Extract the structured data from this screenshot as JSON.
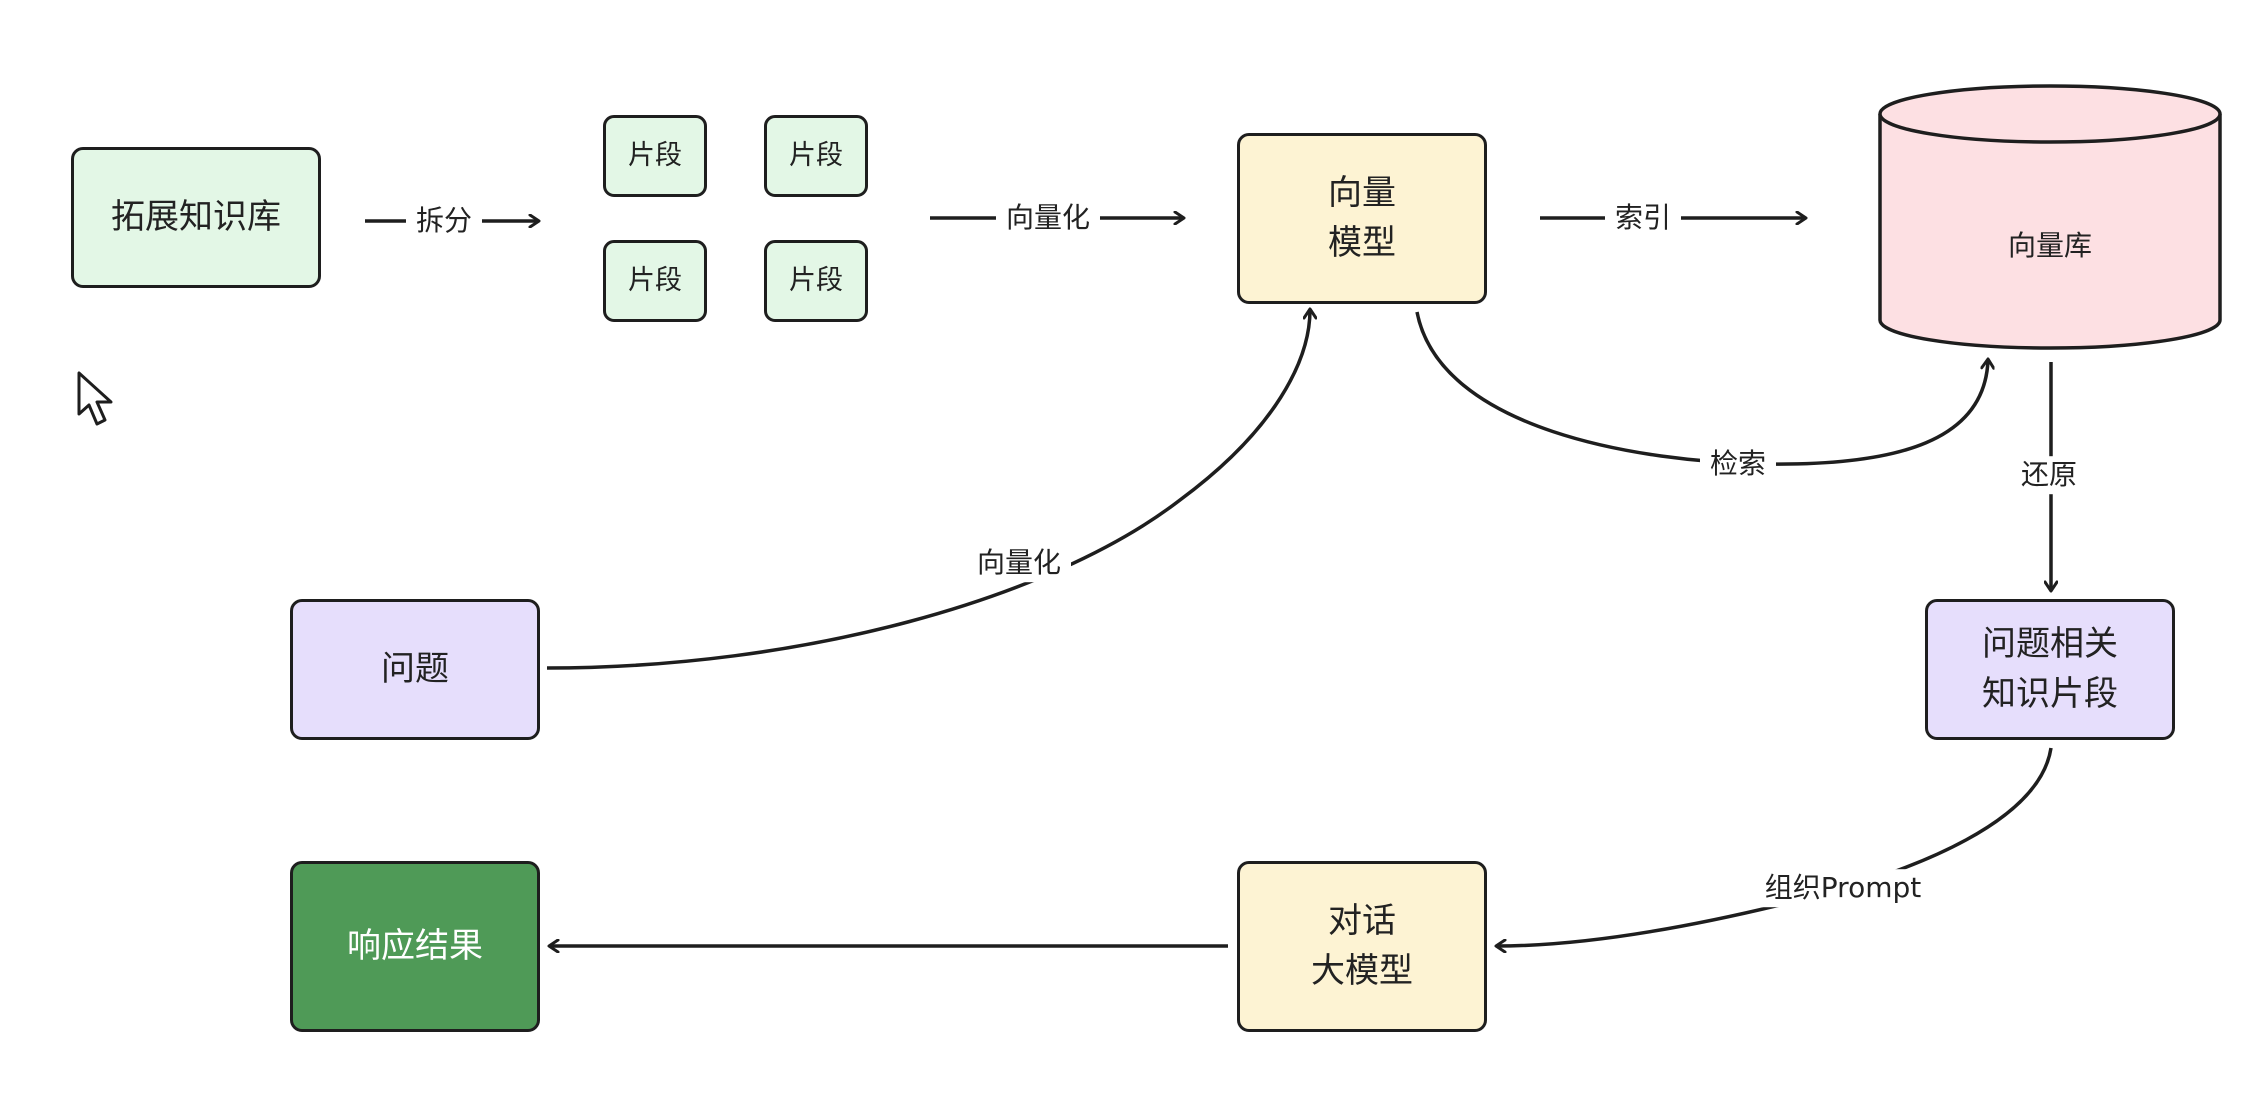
{
  "nodes": {
    "knowledge_base": "拓展知识库",
    "chunk_1": "片段",
    "chunk_2": "片段",
    "chunk_3": "片段",
    "chunk_4": "片段",
    "vector_model": "向量\n模型",
    "vector_db": "向量库",
    "question": "问题",
    "related_chunks": "问题相关\n知识片段",
    "chat_model": "对话\n大模型",
    "response": "响应结果"
  },
  "edges": {
    "split": "拆分",
    "vectorize_chunks": "向量化",
    "index": "索引",
    "retrieve": "检索",
    "restore": "还原",
    "vectorize_question": "向量化",
    "build_prompt": "组织Prompt"
  },
  "colors": {
    "light_green": "#e3f7e6",
    "yellow": "#fdf3d3",
    "pink": "#fde0e3",
    "purple": "#e6defc",
    "dark_green": "#4f9a57",
    "stroke": "#1e1e1e"
  },
  "icons": {
    "cursor": "mouse-pointer-icon"
  }
}
